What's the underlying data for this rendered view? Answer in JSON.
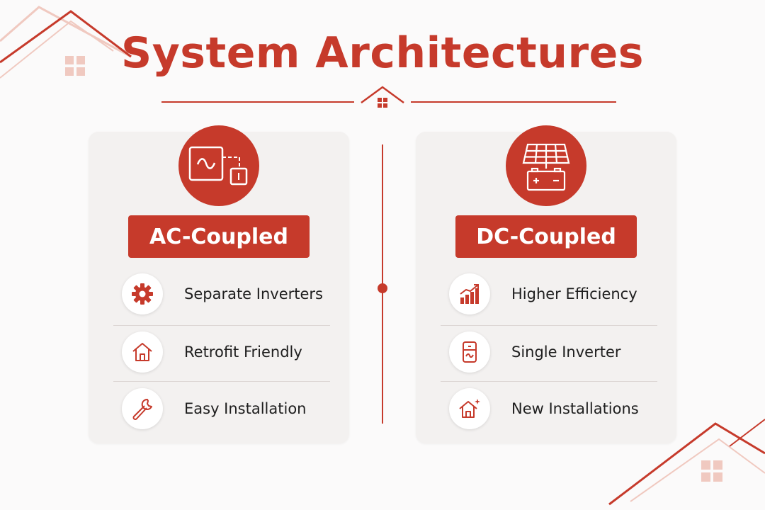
{
  "title": "System Architectures",
  "colors": {
    "accent": "#c63a2b",
    "accent_light": "#f0c9c0",
    "card_bg": "#f3f1f0"
  },
  "cards": [
    {
      "heading": "AC-Coupled",
      "hero_icon": "ac-inverter-icon",
      "features": [
        {
          "label": "Separate Inverters",
          "icon": "gear-icon"
        },
        {
          "label": "Retrofit Friendly",
          "icon": "house-icon"
        },
        {
          "label": "Easy Installation",
          "icon": "wrench-icon"
        }
      ]
    },
    {
      "heading": "DC-Coupled",
      "hero_icon": "solar-panel-battery-icon",
      "features": [
        {
          "label": "Higher Efficiency",
          "icon": "growth-chart-icon"
        },
        {
          "label": "Single Inverter",
          "icon": "inverter-icon"
        },
        {
          "label": "New Installations",
          "icon": "new-house-icon"
        }
      ]
    }
  ]
}
